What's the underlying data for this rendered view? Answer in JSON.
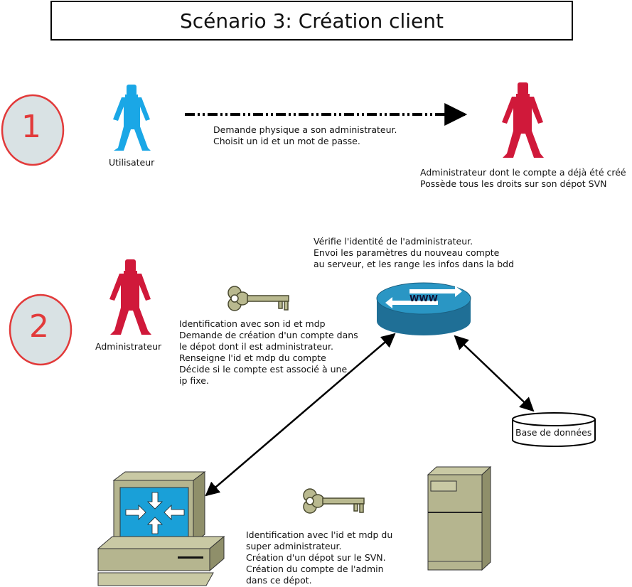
{
  "title": "Scénario 3: Création client",
  "step1": {
    "number": "1",
    "actor_label": "Utilisateur",
    "arrow_text": "Demande physique a son administrateur.\nChoisit un id et un mot de passe.",
    "admin_text": "Administrateur dont le compte a déjà été créé\nPossède tous les droits sur son dépot SVN"
  },
  "step2": {
    "number": "2",
    "actor_label": "Administrateur",
    "key_text": "Identification avec son id et mdp\nDemande de création d'un compte dans\nle dépot dont il est administrateur.\nRenseigne l'id et mdp du compte\nDécide si le compte est associé à une\nip fixe.",
    "server_text": "Vérifie l'identité de l'administrateur.\nEnvoi les paramètres du nouveau compte\nau serveur, et les range les infos dans la bdd",
    "router_label": "WWW",
    "database_label": "Base de données",
    "super_admin_text": "Identification avec l'id et mdp du\nsuper administrateur.\nCréation d'un dépot sur le SVN.\nCréation du compte de l'admin\ndans ce dépot."
  },
  "colors": {
    "user_blue": "#1aa7e6",
    "admin_red": "#d0193a",
    "step_circle_fill": "#d9e2e4",
    "step_circle_stroke": "#e23a3a",
    "router_blue": "#2a96c4"
  }
}
